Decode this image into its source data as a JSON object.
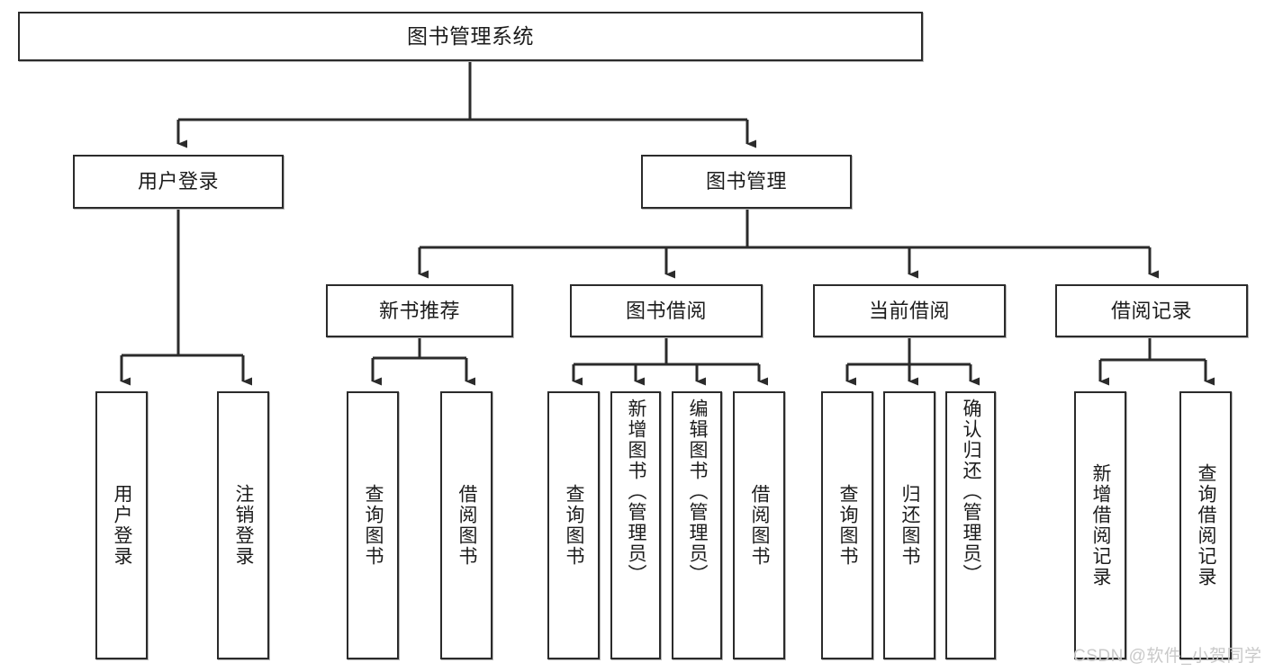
{
  "diagram": {
    "title": "图书管理系统",
    "type": "tree-hierarchy-diagram",
    "watermark": "CSDN @软件_小贺同学",
    "colors": {
      "background": "#ffffff",
      "node_border": "#2b2b2b",
      "node_fill": "#ffffff",
      "edge": "#2b2b2b",
      "text": "#1c1c1c",
      "watermark": "#c9c9c9"
    },
    "nodes": {
      "root": {
        "label": "图书管理系统",
        "level": 1
      },
      "level2": [
        {
          "id": "user-login",
          "label": "用户登录"
        },
        {
          "id": "book-manage",
          "label": "图书管理"
        }
      ],
      "level3": [
        {
          "id": "new-book-rec",
          "label": "新书推荐"
        },
        {
          "id": "book-borrow",
          "label": "图书借阅"
        },
        {
          "id": "current-borrow",
          "label": "当前借阅"
        },
        {
          "id": "borrow-record",
          "label": "借阅记录"
        }
      ],
      "leaves": {
        "user-login": [
          {
            "id": "leaf-user-login",
            "label": "用户登录"
          },
          {
            "id": "leaf-logout",
            "label": "注销登录"
          }
        ],
        "new-book-rec": [
          {
            "id": "leaf-query-book-1",
            "label": "查询图书"
          },
          {
            "id": "leaf-borrow-book-1",
            "label": "借阅图书"
          }
        ],
        "book-borrow": [
          {
            "id": "leaf-query-book-2",
            "label": "查询图书"
          },
          {
            "id": "leaf-add-book",
            "label": "新增图书（管理员）"
          },
          {
            "id": "leaf-edit-book",
            "label": "编辑图书（管理员）"
          },
          {
            "id": "leaf-borrow-book-2",
            "label": "借阅图书"
          }
        ],
        "current-borrow": [
          {
            "id": "leaf-query-book-3",
            "label": "查询图书"
          },
          {
            "id": "leaf-return-book",
            "label": "归还图书"
          },
          {
            "id": "leaf-confirm-return",
            "label": "确认归还（管理员）"
          }
        ],
        "borrow-record": [
          {
            "id": "leaf-add-record",
            "label": "新增借阅记录"
          },
          {
            "id": "leaf-query-record",
            "label": "查询借阅记录"
          }
        ]
      }
    }
  }
}
